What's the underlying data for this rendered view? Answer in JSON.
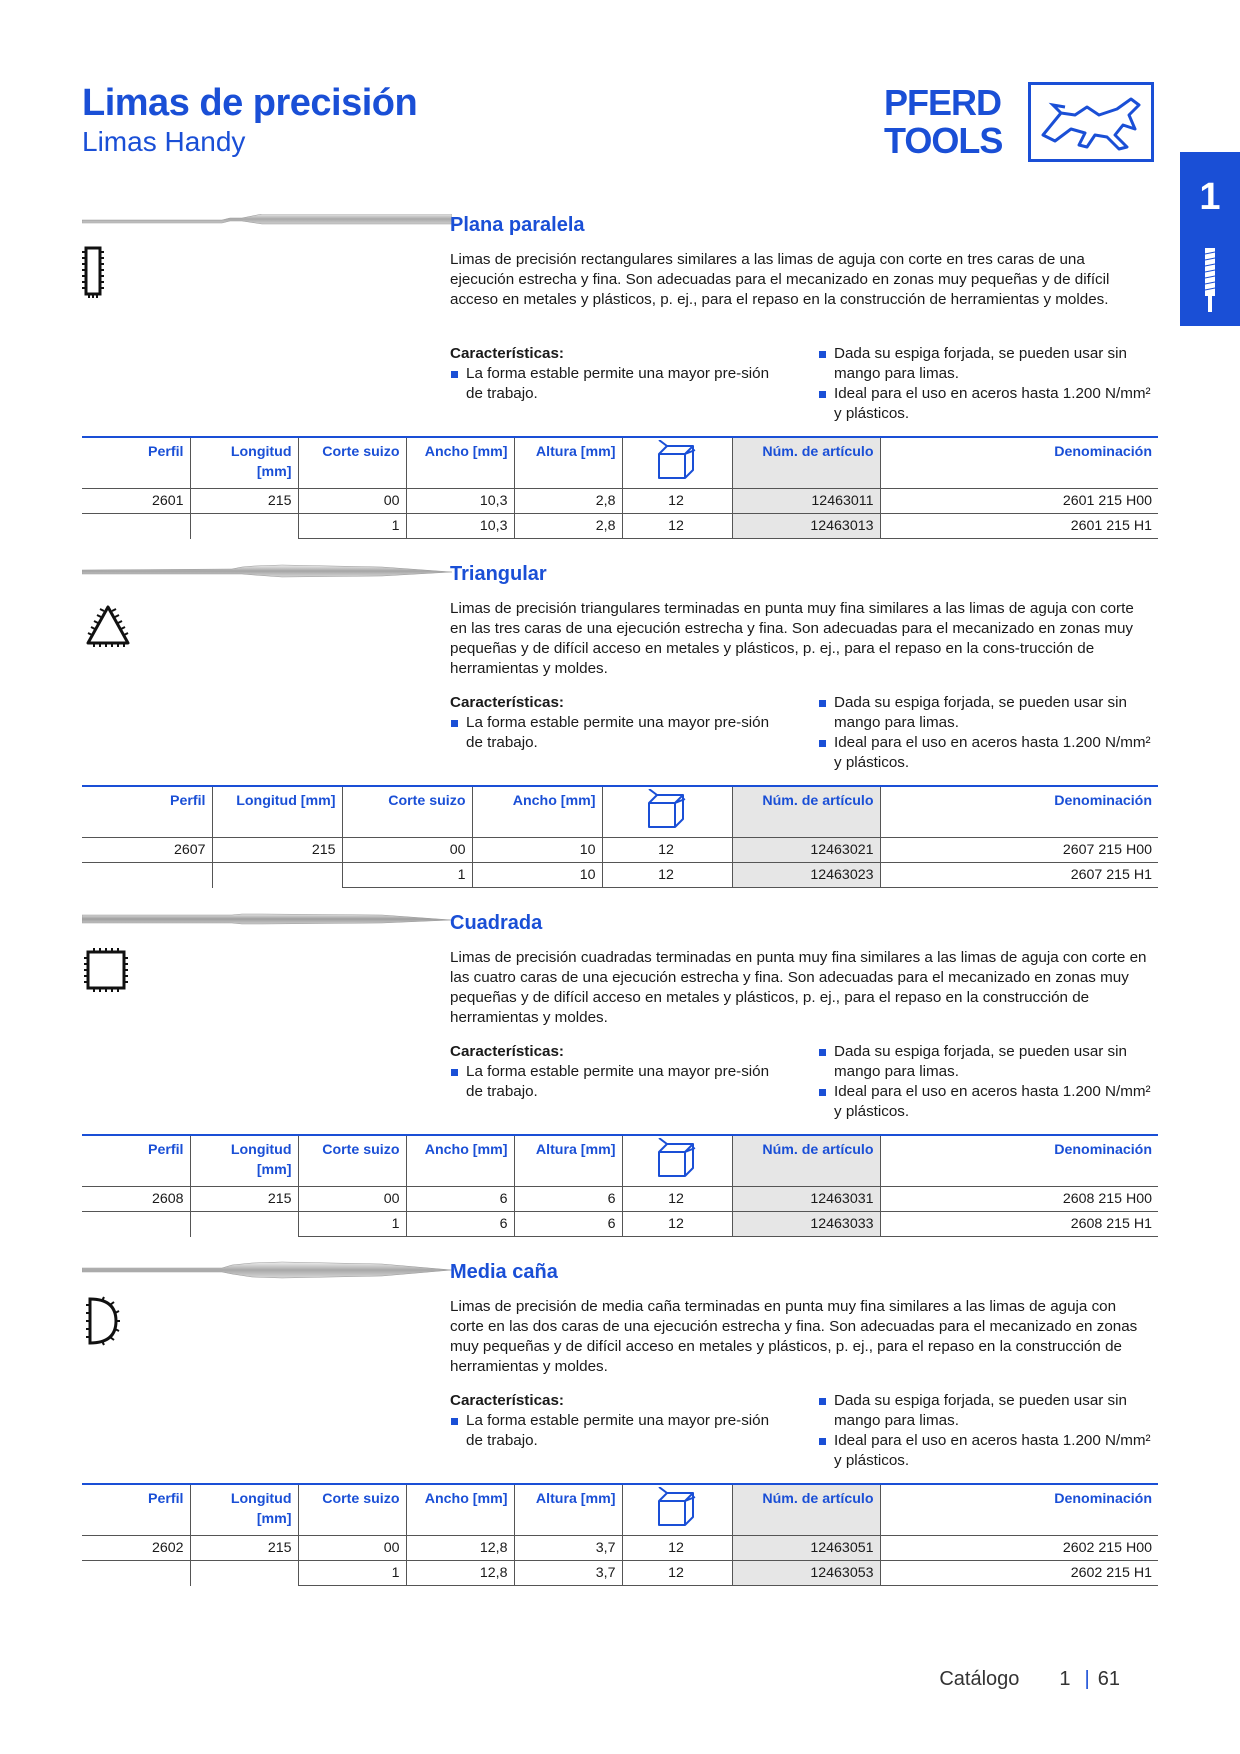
{
  "header": {
    "title": "Limas de precisión",
    "subtitle": "Limas Handy"
  },
  "logo": {
    "line1": "PFERD",
    "line2": "TOOLS"
  },
  "chapter_tab": {
    "number": "1"
  },
  "features_heading": "Características:",
  "features": {
    "left": [
      "La forma estable permite una mayor pre-sión de trabajo."
    ],
    "right": [
      "Dada su espiga forjada, se pueden usar sin mango para limas.",
      "Ideal para el uso en aceros hasta 1.200 N/mm² y plásticos."
    ]
  },
  "sections": [
    {
      "title": "Plana paralela",
      "description": "Limas de precisión rectangulares similares a las limas de aguja con corte en tres caras de una ejecución estrecha y fina. Son adecuadas para el mecanizado en zonas muy pequeñas y de difícil acceso en metales y plásticos, p. ej., para el repaso en la construcción de herramientas y moldes.",
      "headers": [
        "Perfil",
        "Longitud [mm]",
        "Corte suizo",
        "Ancho [mm]",
        "Altura [mm]",
        "",
        "Núm. de artículo",
        "Denominación"
      ],
      "rows": [
        [
          "2601",
          "215",
          "00",
          "10,3",
          "2,8",
          "12",
          "12463011",
          "2601 215 H00"
        ],
        [
          "",
          "",
          "1",
          "10,3",
          "2,8",
          "12",
          "12463013",
          "2601 215 H1"
        ]
      ]
    },
    {
      "title": "Triangular",
      "description": "Limas de precisión triangulares terminadas en punta muy fina similares a las limas de aguja con corte en las tres caras de una ejecución estrecha y fina. Son adecuadas para el mecanizado en zonas muy pequeñas y de difícil acceso en metales y plásticos, p. ej., para el repaso en la cons-trucción de herramientas y moldes.",
      "headers": [
        "Perfil",
        "Longitud [mm]",
        "Corte suizo",
        "Ancho [mm]",
        "",
        "Núm. de artículo",
        "Denominación"
      ],
      "rows": [
        [
          "2607",
          "215",
          "00",
          "10",
          "12",
          "12463021",
          "2607 215 H00"
        ],
        [
          "",
          "",
          "1",
          "10",
          "12",
          "12463023",
          "2607 215 H1"
        ]
      ]
    },
    {
      "title": "Cuadrada",
      "description": "Limas de precisión cuadradas terminadas en punta muy fina similares a las limas de aguja con corte en las cuatro caras de una ejecución estrecha y fina. Son adecuadas para el mecanizado en zonas muy pequeñas y de difícil acceso en metales y plásticos, p. ej., para el repaso en la construcción de herramientas y moldes.",
      "headers": [
        "Perfil",
        "Longitud [mm]",
        "Corte suizo",
        "Ancho [mm]",
        "Altura [mm]",
        "",
        "Núm. de artículo",
        "Denominación"
      ],
      "rows": [
        [
          "2608",
          "215",
          "00",
          "6",
          "6",
          "12",
          "12463031",
          "2608 215 H00"
        ],
        [
          "",
          "",
          "1",
          "6",
          "6",
          "12",
          "12463033",
          "2608 215 H1"
        ]
      ]
    },
    {
      "title": "Media caña",
      "description": "Limas de precisión de media caña terminadas en punta muy fina similares a las limas de aguja con corte en las dos caras de una ejecución estrecha y fina. Son adecuadas para el mecanizado en zonas muy pequeñas y de difícil acceso en metales y plásticos, p. ej., para el repaso en la construcción de herramientas y moldes.",
      "headers": [
        "Perfil",
        "Longitud [mm]",
        "Corte suizo",
        "Ancho [mm]",
        "Altura [mm]",
        "",
        "Núm. de artículo",
        "Denominación"
      ],
      "rows": [
        [
          "2602",
          "215",
          "00",
          "12,8",
          "3,7",
          "12",
          "12463051",
          "2602 215 H00"
        ],
        [
          "",
          "",
          "1",
          "12,8",
          "3,7",
          "12",
          "12463053",
          "2602 215 H1"
        ]
      ]
    }
  ],
  "footer": {
    "label": "Catálogo",
    "chapter": "1",
    "page": "61"
  },
  "colors": {
    "brand_blue": "#1a4fd6",
    "shade": "#e6e6e6"
  }
}
